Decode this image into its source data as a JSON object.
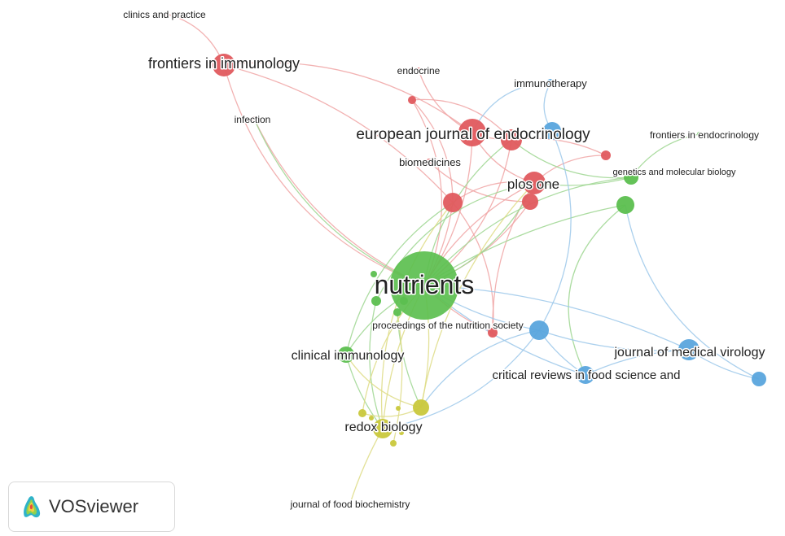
{
  "app": {
    "name": "VOSviewer",
    "logo_icon": "vosviewer-heatmap-logo-icon"
  },
  "colors": {
    "cluster_red": "#e05a5e",
    "cluster_green": "#5cbf4f",
    "cluster_blue": "#5aa5dd",
    "cluster_yellow": "#c9c83c",
    "link_red": "#f0a5a5",
    "link_green": "#9ed690",
    "link_blue": "#9cc8ea",
    "link_yellow": "#dedc86"
  },
  "network": {
    "labels": {
      "clinics": "clinics and practice",
      "frontiers_immunology": "frontiers in immunology",
      "infection": "infection",
      "endocrine": "endocrine",
      "immunotherapy": "immunotherapy",
      "european_endocrinology": "european journal of endocrinology",
      "frontiers_endocrinology": "frontiers in endocrinology",
      "biomedicines": "biomedicines",
      "genetics": "genetics and molecular biology",
      "plos_one": "plos one",
      "nutrients": "nutrients",
      "proceedings": "proceedings of the nutrition society",
      "clinical_immunology": "clinical immunology",
      "medical_virology": "journal of medical virology",
      "critical_reviews": "critical reviews in food science and",
      "redox_biology": "redox biology",
      "food_biochemistry": "journal of food biochemistry"
    }
  }
}
